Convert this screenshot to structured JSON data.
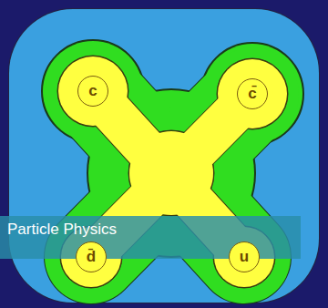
{
  "diagram": {
    "nodes": [
      {
        "text": [
          "c"
        ]
      },
      {
        "text": [
          "c̄"
        ]
      },
      {
        "text": [
          "d̄"
        ]
      },
      {
        "text": [
          "u"
        ]
      }
    ],
    "labels": [
      "Particle Physics"
    ]
  }
}
